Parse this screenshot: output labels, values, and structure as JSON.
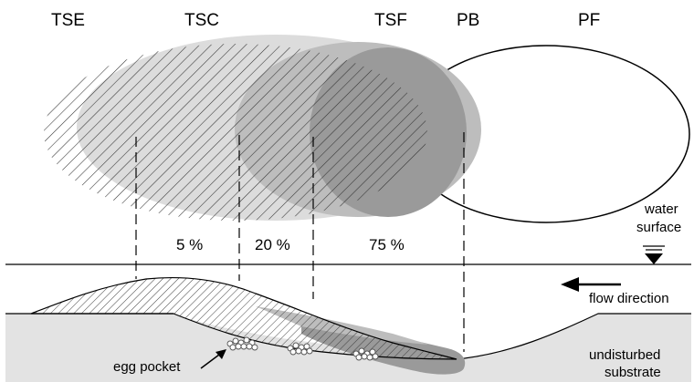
{
  "zones": {
    "tse": "TSE",
    "tsc": "TSC",
    "tsf": "TSF",
    "pb": "PB",
    "pf": "PF"
  },
  "percents": {
    "tsc": "5 %",
    "tsf_outer": "20 %",
    "tsf_inner": "75 %"
  },
  "annotations": {
    "water_line1": "water",
    "water_line2": "surface",
    "flow": "flow direction",
    "egg_pocket": "egg pocket",
    "substrate_line1": "undisturbed",
    "substrate_line2": "substrate"
  },
  "colors": {
    "substrate_fill": "#e3e3e3",
    "light_gray": "#dcdcdc",
    "mid_gray": "#bdbdbd",
    "dark_gray": "#9a9a9a",
    "hatch_line": "#333333"
  }
}
